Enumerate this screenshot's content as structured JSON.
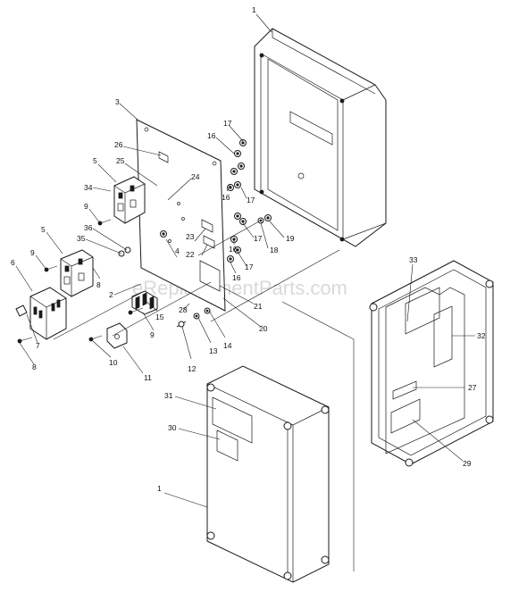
{
  "watermark": "eReplacementParts.com",
  "callouts": [
    "1",
    "1",
    "2",
    "3",
    "4",
    "5",
    "5",
    "6",
    "7",
    "8",
    "8",
    "9",
    "9",
    "9",
    "10",
    "11",
    "12",
    "13",
    "14",
    "15",
    "16",
    "16",
    "16",
    "16",
    "17",
    "17",
    "17",
    "17",
    "18",
    "19",
    "20",
    "21",
    "22",
    "23",
    "24",
    "25",
    "26",
    "27",
    "28",
    "29",
    "30",
    "31",
    "32",
    "33",
    "34",
    "35",
    "36"
  ]
}
